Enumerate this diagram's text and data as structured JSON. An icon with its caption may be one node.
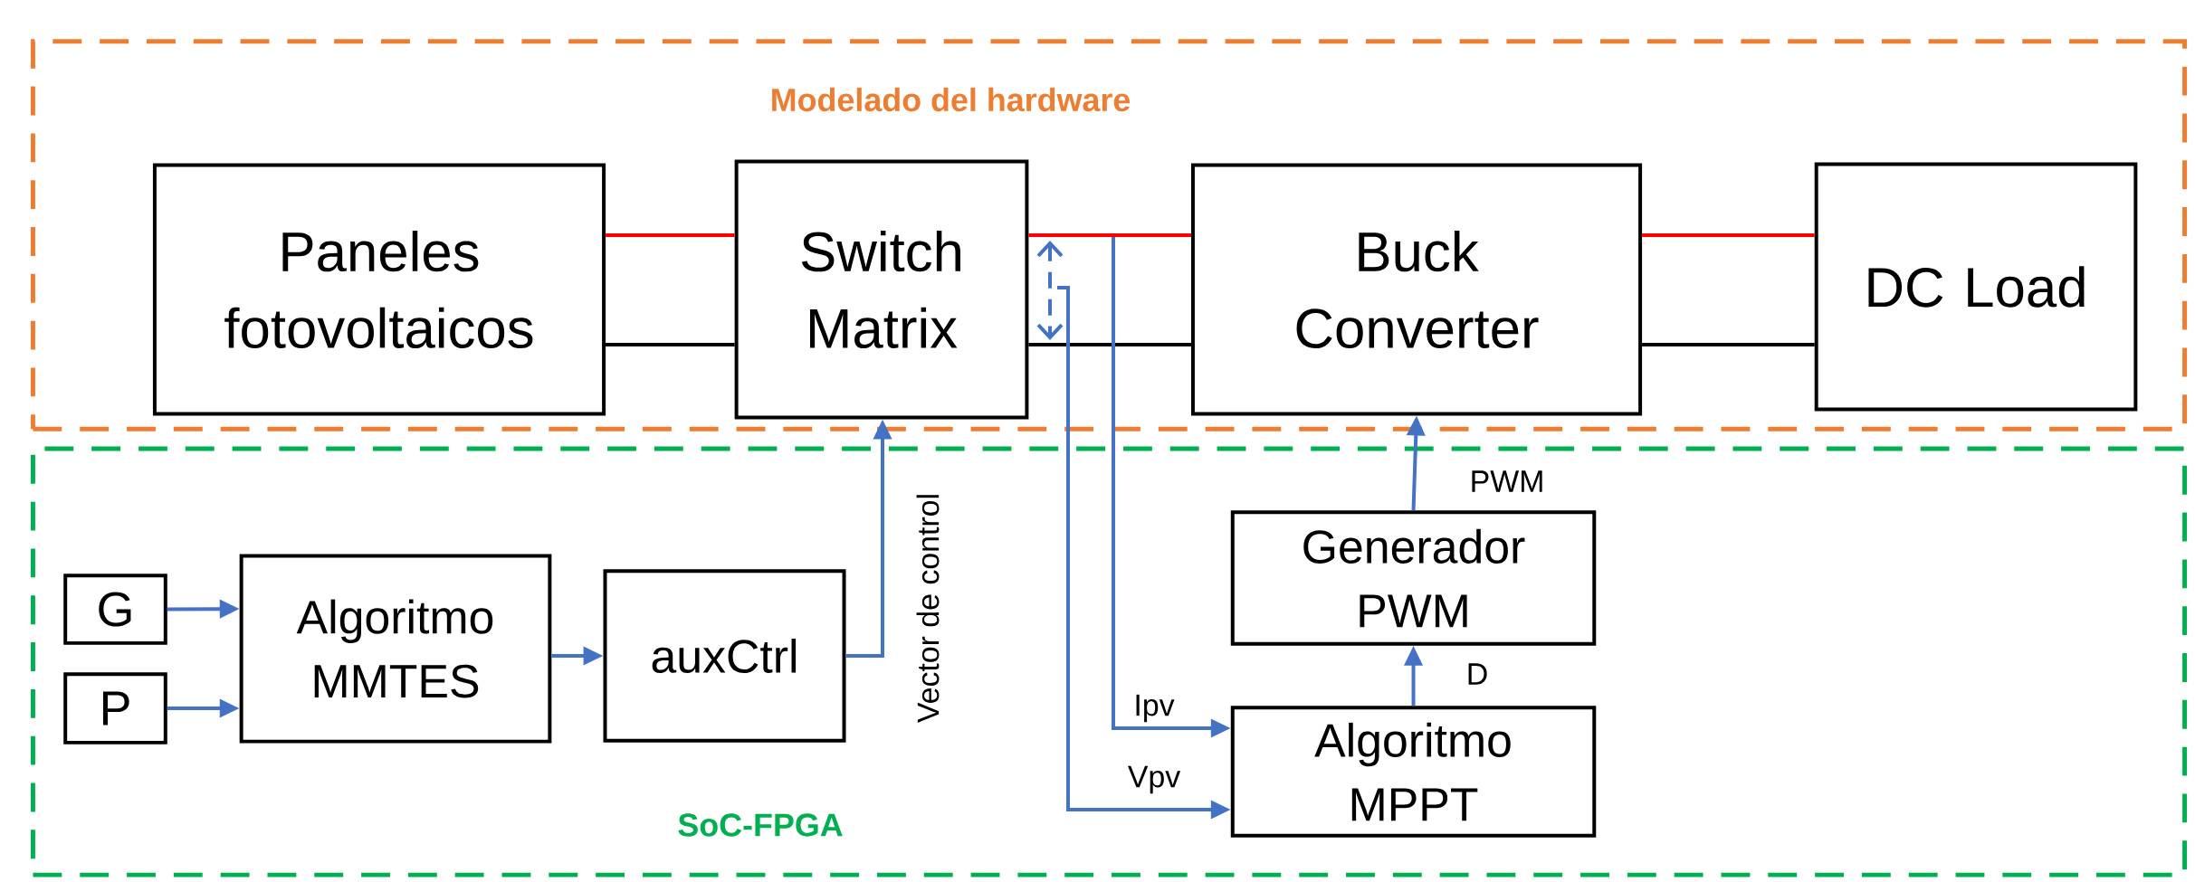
{
  "diagram": {
    "nodes": [
      {
        "text": [
          "Modelado del hardware"
        ]
      },
      {
        "text": [
          "Paneles fotovoltaicos"
        ],
        "in": 0
      },
      {
        "text": [
          "Switch Matrix"
        ],
        "in": 0
      },
      {
        "text": [
          "Buck Converter"
        ],
        "in": 0
      },
      {
        "text": [
          "DC Load"
        ],
        "in": 0
      },
      {
        "text": [
          "SoC-FPGA"
        ]
      },
      {
        "text": [
          "G"
        ],
        "in": 5
      },
      {
        "text": [
          "P"
        ],
        "in": 5
      },
      {
        "text": [
          "Algoritmo MMTES"
        ],
        "in": 5
      },
      {
        "text": [
          "auxCtrl"
        ],
        "in": 5
      },
      {
        "text": [
          "Generador PWM"
        ],
        "in": 5
      },
      {
        "text": [
          "Algoritmo MPPT"
        ],
        "in": 5
      }
    ],
    "edges": [
      {
        "from": 1,
        "to": 2,
        "arrow": "none",
        "color": "#ff0000"
      },
      {
        "from": 1,
        "to": 2,
        "arrow": "none",
        "color": "#000000"
      },
      {
        "from": 2,
        "to": 3,
        "arrow": "none",
        "color": "#ff0000"
      },
      {
        "from": 2,
        "to": 3,
        "arrow": "none",
        "color": "#000000"
      },
      {
        "from": 3,
        "to": 4,
        "arrow": "none",
        "color": "#ff0000"
      },
      {
        "from": 3,
        "to": 4,
        "arrow": "none",
        "color": "#000000"
      },
      {
        "from": 6,
        "to": 8,
        "arrow": "to"
      },
      {
        "from": 7,
        "to": 8,
        "arrow": "to"
      },
      {
        "from": 8,
        "to": 9,
        "arrow": "to"
      },
      {
        "from": 9,
        "to": 2,
        "arrow": "to",
        "label": "Vector de control"
      },
      {
        "from": null,
        "to": 11,
        "arrow": "to",
        "label": "Ipv"
      },
      {
        "from": null,
        "to": 11,
        "arrow": "to",
        "label": "Vpv"
      },
      {
        "from": 11,
        "to": 10,
        "arrow": "to",
        "label": "D"
      },
      {
        "from": 10,
        "to": 3,
        "arrow": "to",
        "label": "PWM"
      }
    ]
  }
}
